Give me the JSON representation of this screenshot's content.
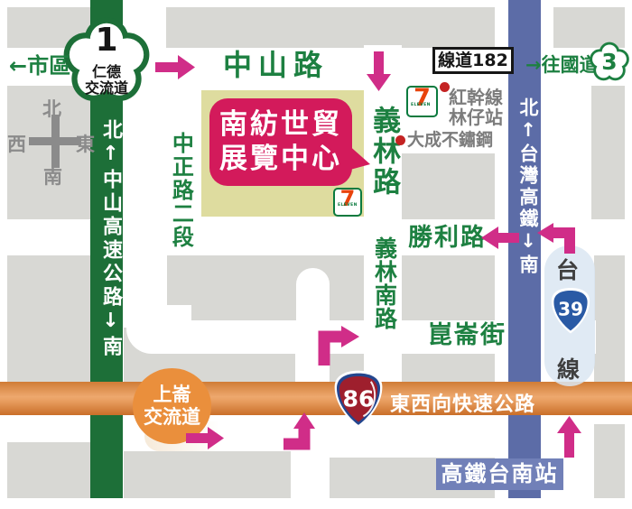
{
  "compass": {
    "north": "北",
    "south": "南",
    "east": "東",
    "west": "西"
  },
  "labels": {
    "to_city": "←市區",
    "zhongshan_rd": "中山路",
    "zhongzheng_rd_sec2": "中正路二段",
    "yilin_rd": "義林路",
    "yilin_south_rd": "義林南路",
    "shengli_rd": "勝利路",
    "kunlun_st": "崑崙街",
    "county_182": "線道182",
    "to_national_3": "→往國道",
    "expressway_name": "東西向快速公路",
    "freeway_vertical": "北↑中山高速公路↓南",
    "thsr_vertical": "北↑台灣高鐵↓南",
    "tai": "台",
    "xian": "線"
  },
  "interchanges": {
    "rende": {
      "number": "1",
      "line1": "仁德",
      "line2": "交流道"
    },
    "shanglun": {
      "line1": "上崙",
      "line2": "交流道"
    },
    "national3_number": "3"
  },
  "shields": {
    "expressway_86": "86",
    "provincial_39": "39"
  },
  "landmark": {
    "line1": "南紡世貿",
    "line2": "展覽中心"
  },
  "transit": {
    "thsr_station": "高鐵台南站"
  },
  "pois": {
    "seven_eleven_7": "7",
    "seven_eleven_eleven": "ELEVEN",
    "bus_line1": "紅幹線",
    "bus_line2": "林仔站",
    "dacheng": "大成不鏽鋼"
  },
  "colors": {
    "route_arrow": "#d02d88",
    "landmark_bubble": "#d31a5b",
    "landmark_block": "#dedc9f",
    "freeway_green": "#1d6f38",
    "rail_blue": "#5c6ca7",
    "expressway_orange": "#e8954f",
    "block_gray": "#d8d8d4",
    "road_text_green": "#1d8041"
  }
}
